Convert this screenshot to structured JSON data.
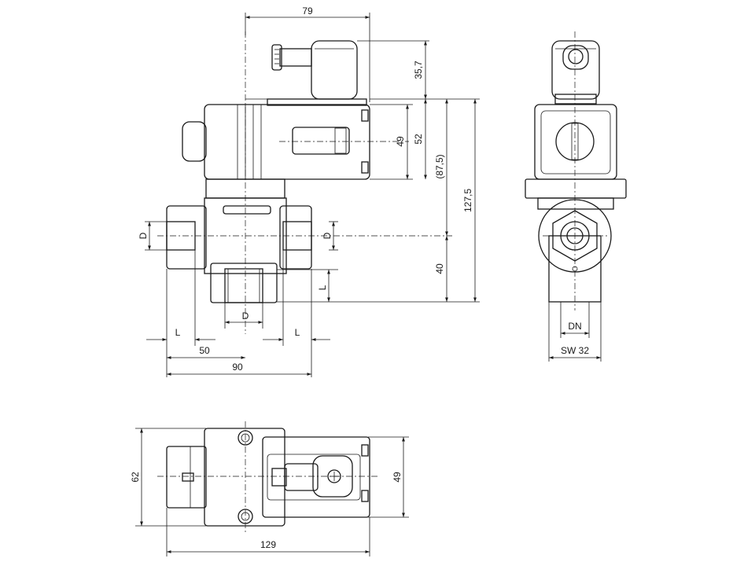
{
  "front_view": {
    "dim_width_coil": "79",
    "dim_connector_height": "35,7",
    "dim_coil_49": "49",
    "dim_coil_52": "52",
    "dim_ref_87_5": "(87,5)",
    "dim_total_height": "127,5",
    "dim_port_to_base": "40",
    "dim_port_d_left": "D",
    "dim_port_d_right": "D",
    "dim_port_d_bottom": "D",
    "dim_l_left": "L",
    "dim_l_right": "L",
    "dim_l_bottom": "L",
    "dim_half_width": "50",
    "dim_body_width": "90"
  },
  "side_view": {
    "dim_dn": "DN",
    "dim_sw": "SW 32"
  },
  "top_view": {
    "dim_depth": "62",
    "dim_coil_width": "49",
    "dim_overall_length": "129"
  }
}
